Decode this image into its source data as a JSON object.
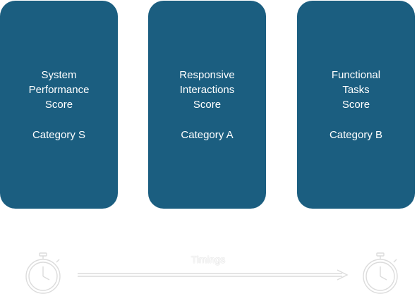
{
  "cards": [
    {
      "title": "System\nPerformance\nScore",
      "category": "Category S"
    },
    {
      "title": "Responsive\nInteractions\nScore",
      "category": "Category A"
    },
    {
      "title": "Functional\nTasks\nScore",
      "category": "Category B"
    }
  ],
  "timeline": {
    "label": "Timings",
    "left_icon": "stopwatch-icon",
    "right_icon": "stopwatch-icon"
  },
  "colors": {
    "card_fill": "#1b5e80",
    "card_text": "#ffffff",
    "faint_line": "#dcdcdc"
  }
}
